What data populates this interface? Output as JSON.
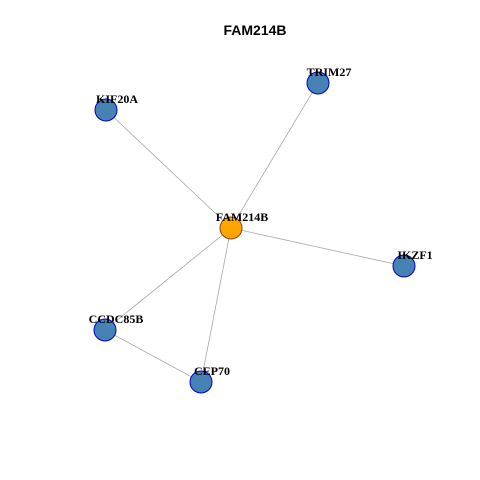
{
  "title": "FAM214B",
  "colors": {
    "hub_fill": "#FFA500",
    "hub_stroke": "#8B4513",
    "node_fill": "#4682B4",
    "node_stroke": "#0000CD",
    "edge": "#A9A9A9"
  },
  "nodes": [
    {
      "id": "FAM214B",
      "label": "FAM214B",
      "hub": true
    },
    {
      "id": "TRIM27",
      "label": "TRIM27",
      "hub": false
    },
    {
      "id": "KIF20A",
      "label": "KIF20A",
      "hub": false
    },
    {
      "id": "IKZF1",
      "label": "IKZF1",
      "hub": false
    },
    {
      "id": "CCDC85B",
      "label": "CCDC85B",
      "hub": false
    },
    {
      "id": "CEP70",
      "label": "CEP70",
      "hub": false
    }
  ],
  "edges": [
    {
      "source": "FAM214B",
      "target": "TRIM27"
    },
    {
      "source": "FAM214B",
      "target": "KIF20A"
    },
    {
      "source": "FAM214B",
      "target": "IKZF1"
    },
    {
      "source": "FAM214B",
      "target": "CCDC85B"
    },
    {
      "source": "FAM214B",
      "target": "CEP70"
    },
    {
      "source": "CCDC85B",
      "target": "CEP70"
    }
  ]
}
